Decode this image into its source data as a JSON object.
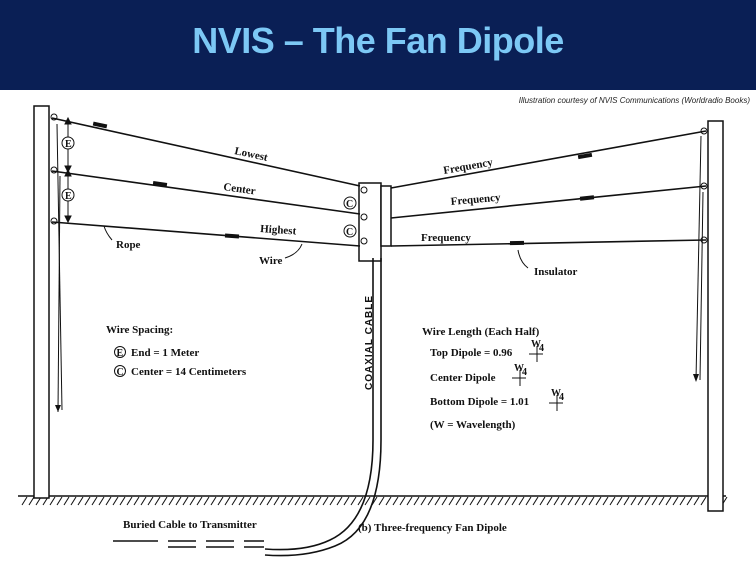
{
  "header": {
    "title": "NVIS – The Fan Dipole",
    "bg_color": "#0a1f55",
    "title_color": "#7cc8f5"
  },
  "credit": "Illustration courtesy of NVIS Communications (Worldradio Books)",
  "diagram": {
    "labels": {
      "lowest": "Lowest",
      "center": "Center",
      "highest": "Highest",
      "rope": "Rope",
      "wire": "Wire",
      "frequency_top": "Frequency",
      "frequency_mid": "Frequency",
      "frequency_bot": "Frequency",
      "insulator": "Insulator",
      "coaxial_cable": "COAXIAL CABLE",
      "buried_cable": "Buried Cable to Transmitter",
      "caption": "(b) Three-frequency Fan Dipole"
    },
    "wire_spacing": {
      "title": "Wire Spacing:",
      "end_symbol": "E",
      "end_text": "End = 1 Meter",
      "center_symbol": "C",
      "center_text": "Center = 14 Centimeters"
    },
    "wire_length": {
      "title": "Wire Length (Each Half)",
      "top": "Top Dipole = 0.96",
      "center": "Center Dipole",
      "bottom": "Bottom Dipole = 1.01",
      "note": "(W = Wavelength)",
      "fraction_num": "W",
      "fraction_den": "4"
    }
  }
}
